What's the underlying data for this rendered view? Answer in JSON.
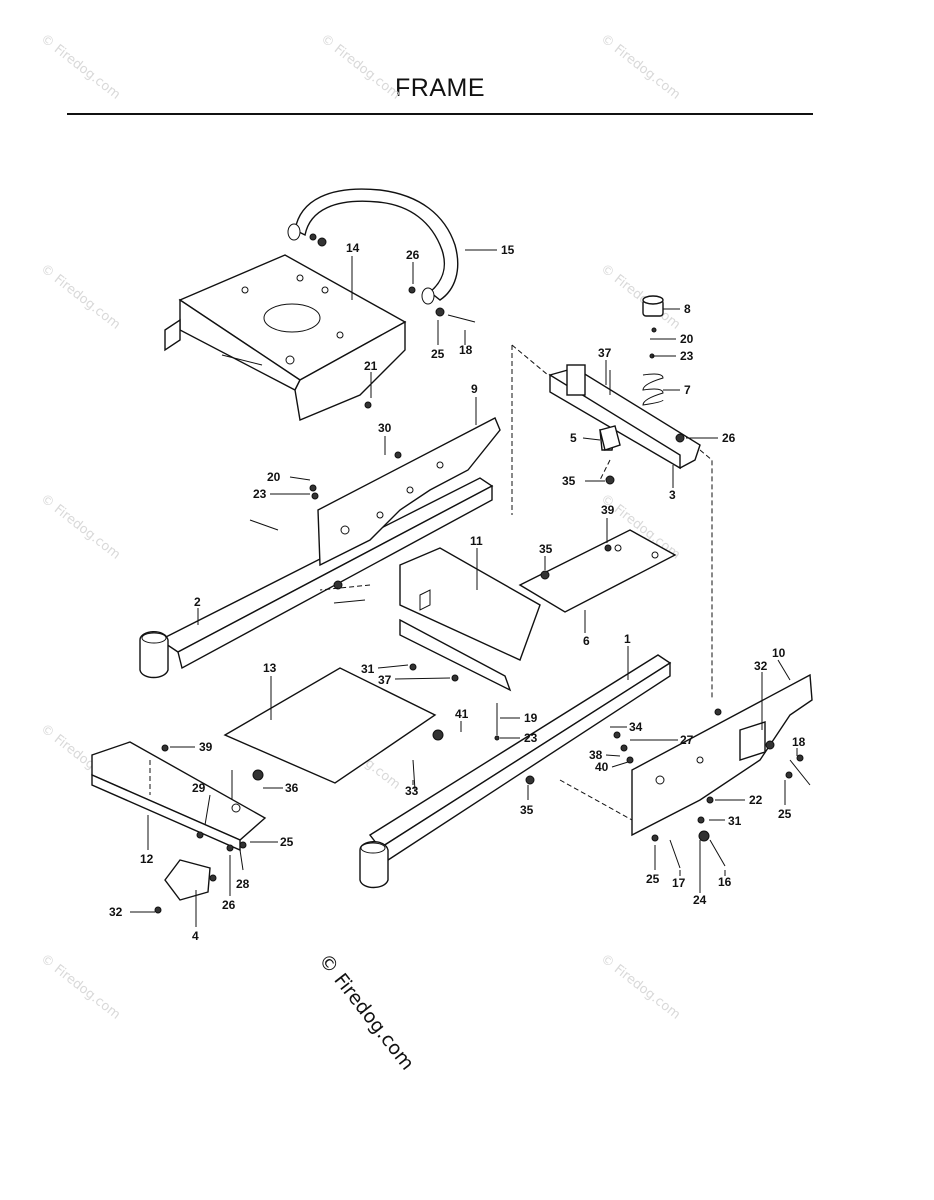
{
  "page": {
    "title": "FRAME"
  },
  "copyright": "© Firedog.com",
  "watermark": "© Firedog.com",
  "callouts": [
    "1",
    "2",
    "3",
    "4",
    "5",
    "6",
    "7",
    "8",
    "9",
    "10",
    "11",
    "12",
    "13",
    "14",
    "15",
    "16",
    "17",
    "18",
    "19",
    "20",
    "21",
    "22",
    "23",
    "24",
    "25",
    "26",
    "27",
    "28",
    "29",
    "30",
    "31",
    "32",
    "33",
    "34",
    "35",
    "36",
    "37",
    "38",
    "39",
    "40",
    "41"
  ],
  "callout_instances": {
    "15": "15",
    "14": "14",
    "26a": "26",
    "25a": "25",
    "18a": "18",
    "21": "21",
    "8": "8",
    "20a": "20",
    "23a": "23",
    "37a": "37",
    "7": "7",
    "5": "5",
    "26b": "26",
    "35a": "35",
    "3": "3",
    "9": "9",
    "30": "30",
    "20b": "20",
    "23b": "23",
    "39a": "39",
    "11": "11",
    "35b": "35",
    "6": "6",
    "2": "2",
    "1": "1",
    "13": "13",
    "31a": "31",
    "37b": "37",
    "41": "41",
    "19": "19",
    "23c": "23",
    "32a": "32",
    "10": "10",
    "34": "34",
    "27": "27",
    "38": "38",
    "40": "40",
    "18b": "18",
    "39b": "39",
    "29": "29",
    "36": "36",
    "25b": "25",
    "33": "33",
    "35c": "35",
    "22": "22",
    "25c": "25",
    "31b": "31",
    "12": "12",
    "28": "28",
    "26c": "26",
    "25d": "25",
    "17": "17",
    "16": "16",
    "24": "24",
    "32b": "32",
    "4": "4"
  }
}
